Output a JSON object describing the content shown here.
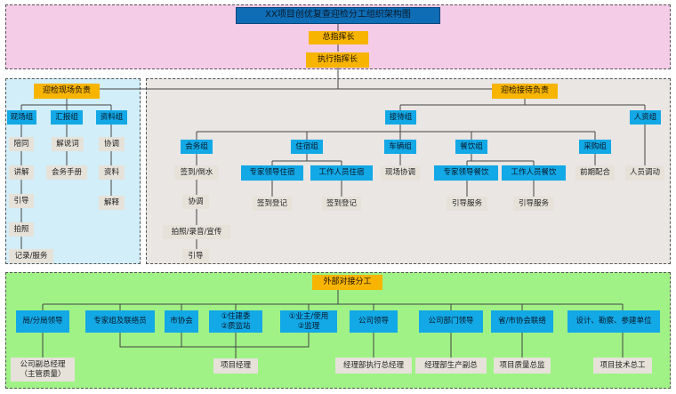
{
  "title": "XX项目创优复查迎检分工组织架构图",
  "top": {
    "commander": "总指挥长",
    "executive": "执行指挥长"
  },
  "left": {
    "head": "迎检现场负责",
    "groups": {
      "site": "现场组",
      "report": "汇报组",
      "material": "资料组"
    },
    "site_items": [
      "陪同",
      "讲解",
      "引导",
      "拍照",
      "记录/服务"
    ],
    "report_items": [
      "解说词",
      "会务手册"
    ],
    "material_items": [
      "协调",
      "资料",
      "解释"
    ]
  },
  "right": {
    "head": "迎检接待负责",
    "reception": "接待组",
    "hr": "人资组",
    "hr_item": "人员调动",
    "meeting": "会务组",
    "meeting_items": [
      "签到/倒水",
      "协调",
      "拍照/录音/宣传",
      "引导"
    ],
    "lodging": "住宿组",
    "lodging_expert": "专家领导住宿",
    "lodging_staff": "工作人员住宿",
    "lodging_expert_item": "签到登记",
    "lodging_staff_item": "签到登记",
    "vehicle": "车辆组",
    "vehicle_item": "现场协调",
    "dining": "餐饮组",
    "dining_expert": "专家领导餐饮",
    "dining_staff": "工作人员餐饮",
    "dining_expert_item": "引导服务",
    "dining_staff_item": "引导服务",
    "purchase": "采购组",
    "purchase_item": "前期配合"
  },
  "bottom": {
    "head": "外部对接分工",
    "bureau": "局/分局领导",
    "expert_liaison": "专家组及联络员",
    "city": "市协会",
    "build_1": "①住建委",
    "build_2": "②质监站",
    "owner_1": "①业主/使用",
    "owner_2": "②监理",
    "company_leader": "公司领导",
    "dept_leader": "公司部门领导",
    "province": "省/市协会联络",
    "design": "设计、勘察、参建单位",
    "bureau_item_1": "公司副总经理",
    "bureau_item_2": "（主管质量）",
    "pm": "项目经理",
    "company_leader_item": "经理部执行总经理",
    "dept_leader_item": "经理部生产副总",
    "province_item": "项目质量总监",
    "design_item": "项目技术总工"
  },
  "colors": {
    "top_panel": "#f5cce8",
    "left_panel": "#d2eef8",
    "right_panel": "#e9e6e4",
    "bottom_panel": "#a0f286",
    "title_box": "#0f6db5",
    "yellow_box": "#f7b400",
    "blue_box": "#13a8e6",
    "gray_box": "#e6e2da"
  }
}
